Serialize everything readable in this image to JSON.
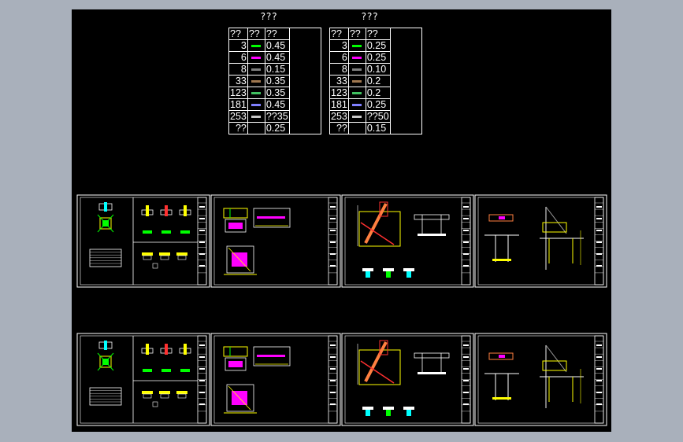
{
  "viewport": {
    "background": "#000000",
    "frame": "#a9b0bb"
  },
  "pen_tables": [
    {
      "title": "???",
      "headers": [
        "??",
        "??",
        "??"
      ],
      "rows": [
        {
          "index": "3",
          "color": "#00ff00",
          "width": "0.45"
        },
        {
          "index": "6",
          "color": "#ff00ff",
          "width": "0.45"
        },
        {
          "index": "8",
          "color": "#808080",
          "width": "0.15"
        },
        {
          "index": "33",
          "color": "#a07850",
          "width": "0.35"
        },
        {
          "index": "123",
          "color": "#40c060",
          "width": "0.35"
        },
        {
          "index": "181",
          "color": "#8080ff",
          "width": "0.45"
        },
        {
          "index": "253",
          "color": "#c8c8c8",
          "width": "??35"
        },
        {
          "index": "??",
          "color": "",
          "width": "0.25"
        }
      ]
    },
    {
      "title": "???",
      "headers": [
        "??",
        "??",
        "??"
      ],
      "rows": [
        {
          "index": "3",
          "color": "#00ff00",
          "width": "0.25"
        },
        {
          "index": "6",
          "color": "#ff00ff",
          "width": "0.25"
        },
        {
          "index": "8",
          "color": "#808080",
          "width": "0.10"
        },
        {
          "index": "33",
          "color": "#a07850",
          "width": "0.2"
        },
        {
          "index": "123",
          "color": "#40c060",
          "width": "0.2"
        },
        {
          "index": "181",
          "color": "#8080ff",
          "width": "0.25"
        },
        {
          "index": "253",
          "color": "#c8c8c8",
          "width": "??50"
        },
        {
          "index": "??",
          "color": "",
          "width": "0.15"
        }
      ]
    }
  ],
  "drawing_rows": [
    {
      "name": "sheet-row-top",
      "sheets": [
        "sheet-1",
        "sheet-2",
        "sheet-3",
        "sheet-4"
      ]
    },
    {
      "name": "sheet-row-bottom",
      "sheets": [
        "sheet-1",
        "sheet-2",
        "sheet-3",
        "sheet-4"
      ]
    }
  ]
}
